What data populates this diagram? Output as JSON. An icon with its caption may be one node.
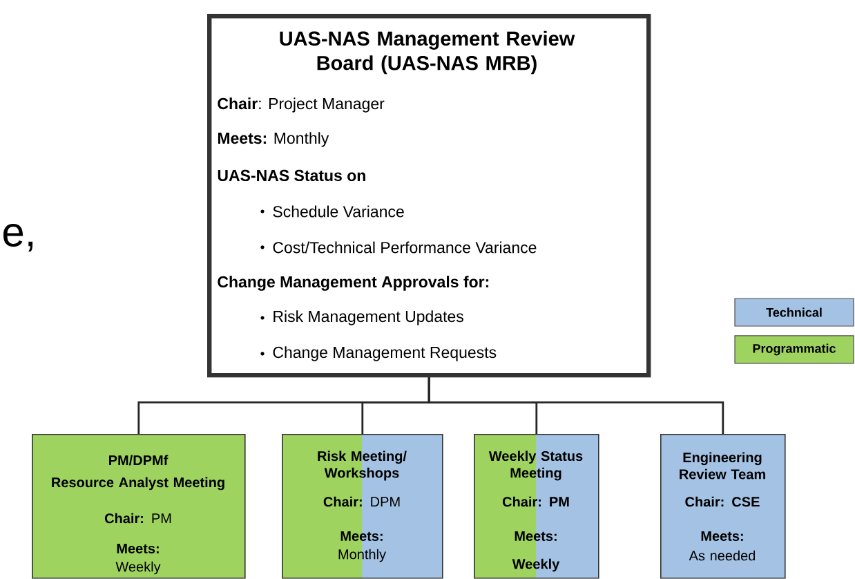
{
  "diagram": {
    "nodes": [
      {
        "text": [
          "UAS-NAS Management Review Board (UAS-NAS MRB)",
          "**Chair**: Project Manager",
          "**Meets:** Monthly",
          "UAS-NAS Status on",
          "Schedule Variance",
          "Cost/Technical Performance Variance",
          "Change Management Approvals for:",
          "Risk Management Updates",
          "Change Management Requests"
        ]
      },
      {
        "text": [
          "PM/DPMf",
          "Resource Analyst Meeting",
          "**Chair:**   PM",
          "Meets:",
          "Weekly"
        ]
      },
      {
        "text": [
          "Risk Meeting/ Workshops",
          "**Chair:**   DPM",
          "Meets:",
          "Monthly"
        ]
      },
      {
        "text": [
          "Weekly Status Meeting",
          "Chair:  PM",
          "Meets:",
          "Weekly"
        ]
      },
      {
        "text": [
          "Engineering Review Team",
          "Chair:  CSE",
          "Meets:",
          "As needed"
        ]
      }
    ],
    "edges": [
      {
        "from": 0,
        "to": 1,
        "arrow": "none"
      },
      {
        "from": 0,
        "to": 2,
        "arrow": "none"
      },
      {
        "from": 0,
        "to": 3,
        "arrow": "none"
      },
      {
        "from": 0,
        "to": 4,
        "arrow": "none"
      }
    ],
    "labels": [
      "e,"
    ],
    "legend": [
      {
        "text": "Technical",
        "color": "#a4c2e4"
      },
      {
        "text": "Programmatic",
        "color": "#9fd35f"
      }
    ]
  }
}
